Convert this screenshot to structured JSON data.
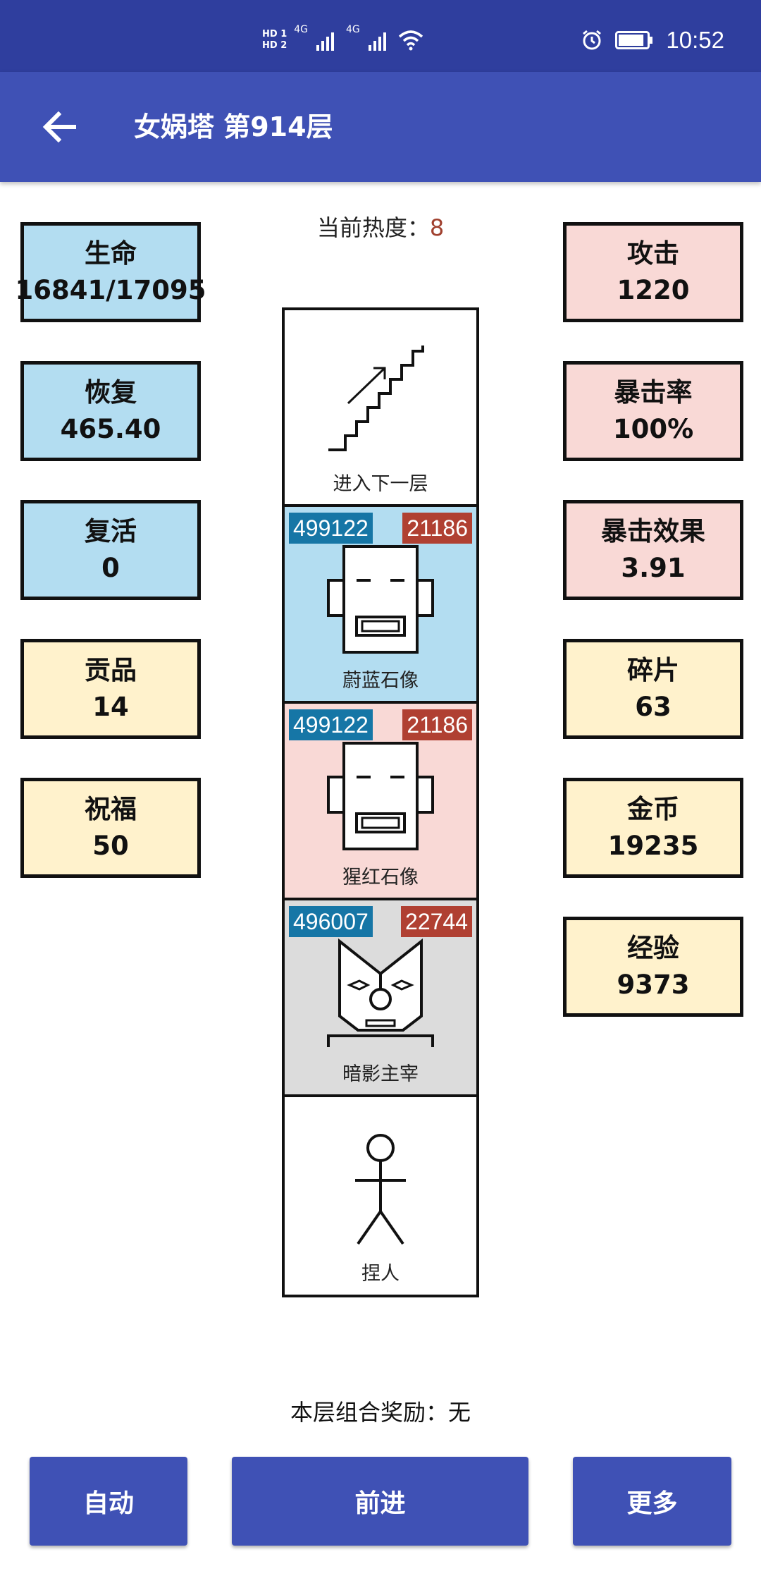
{
  "statusbar": {
    "network_badges": [
      "HD 1",
      "HD 2"
    ],
    "signal_labels": [
      "4G",
      "4G"
    ],
    "time": "10:52",
    "battery_level": 0.9
  },
  "header": {
    "title": "女娲塔 第914层"
  },
  "heat": {
    "label": "当前热度：",
    "value": "8"
  },
  "left_stats": [
    {
      "label": "生命",
      "value": "16841/17095"
    },
    {
      "label": "恢复",
      "value": "465.40"
    },
    {
      "label": "复活",
      "value": "0"
    },
    {
      "label": "贡品",
      "value": "14"
    },
    {
      "label": "祝福",
      "value": "50"
    }
  ],
  "right_stats": [
    {
      "label": "攻击",
      "value": "1220"
    },
    {
      "label": "暴击率",
      "value": "100%"
    },
    {
      "label": "暴击效果",
      "value": "3.91"
    },
    {
      "label": "碎片",
      "value": "63"
    },
    {
      "label": "金币",
      "value": "19235"
    },
    {
      "label": "经验",
      "value": "9373"
    }
  ],
  "tower": {
    "cells": [
      {
        "name": "进入下一层",
        "icon": "stairs-icon"
      },
      {
        "name": "蔚蓝石像",
        "hp": "499122",
        "atk": "21186",
        "icon": "statue-icon"
      },
      {
        "name": "猩红石像",
        "hp": "499122",
        "atk": "21186",
        "icon": "statue-icon"
      },
      {
        "name": "暗影主宰",
        "hp": "496007",
        "atk": "22744",
        "icon": "shadow-lord-icon"
      },
      {
        "name": "捏人",
        "icon": "stick-figure-icon"
      }
    ]
  },
  "reward": {
    "text": "本层组合奖励：无"
  },
  "buttons": {
    "auto": "自动",
    "forward": "前进",
    "more": "更多"
  },
  "colors": {
    "primary": "#3f51b5",
    "statusbar": "#2f3e9e",
    "blue_card": "#b3ddf1",
    "pink_card": "#f9d9d6",
    "yellow_card": "#fff2cc",
    "hp_badge": "#1676a6",
    "atk_badge": "#b04032",
    "shadow_cell": "#dcdcdc"
  }
}
